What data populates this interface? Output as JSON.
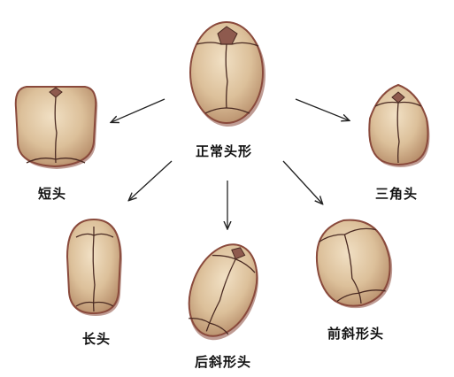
{
  "labels": {
    "normal": "正常头形",
    "brachy": "短头",
    "tri": "三角头",
    "dolicho": "长头",
    "post_plagio": "后斜形头",
    "ant_plagio": "前斜形头"
  },
  "colors": {
    "skull_fill": "#dcc09a",
    "skull_edge": "#8a4a3c",
    "suture": "#4a2a22",
    "arrow": "#222222",
    "text": "#111111"
  }
}
